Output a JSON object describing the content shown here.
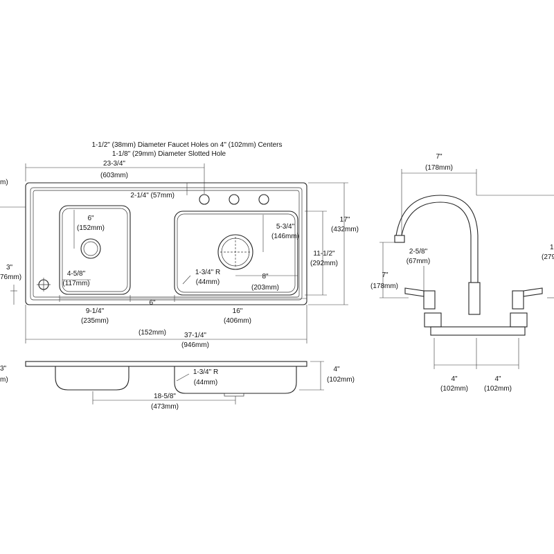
{
  "notes": {
    "faucet_holes": "1-1/2\" (38mm) Diameter Faucet Holes on 4\" (102mm) Centers",
    "slotted_hole": "1-1/8\" (29mm) Diameter Slotted Hole"
  },
  "top_view": {
    "overall_width": "37-1/4\"",
    "overall_width_mm": "(946mm)",
    "overall_depth": "17\"",
    "overall_depth_mm": "(432mm)",
    "to_faucet_center": "23-3/4\"",
    "to_faucet_center_mm": "(603mm)",
    "faucet_setback": "2-1/4\" (57mm)",
    "left_bowl_depth": "6\"",
    "left_bowl_depth_mm": "(152mm)",
    "left_drain_offset": "4-5/8\"",
    "left_drain_offset_mm": "(117mm)",
    "left_bowl_width": "9-1/4\"",
    "left_bowl_width_mm": "(235mm)",
    "center_divider": "6\"",
    "center_divider_mm": "(152mm)",
    "right_bowl_width": "16\"",
    "right_bowl_width_mm": "(406mm)",
    "right_drain_setback": "5-3/4\"",
    "right_drain_setback_mm": "(146mm)",
    "right_drain_offset": "8\"",
    "right_drain_offset_mm": "(203mm)",
    "bowl_length": "11-1/2\"",
    "bowl_length_mm": "(292mm)",
    "corner_radius": "1-3/4\" R",
    "corner_radius_mm": "(44mm)",
    "left_edge_dim_a": "3\"",
    "left_edge_dim_a_mm": "76mm)",
    "left_edge_partial_mm": "m)"
  },
  "side_view": {
    "bowl_depth": "4\"",
    "bowl_depth_mm": "(102mm)",
    "drain_spacing": "18-5/8\"",
    "drain_spacing_mm": "(473mm)",
    "corner_radius": "1-3/4\" R",
    "corner_radius_mm": "(44mm)",
    "left_partial_a": "3\"",
    "left_partial_b": "m)"
  },
  "faucet": {
    "spout_reach": "7\"",
    "spout_reach_mm": "(178mm)",
    "handle_height": "2-5/8\"",
    "handle_height_mm": "(67mm)",
    "body_height": "7\"",
    "body_height_mm": "(178mm)",
    "center_left": "4\"",
    "center_left_mm": "(102mm)",
    "center_right": "4\"",
    "center_right_mm": "(102mm)",
    "right_partial_a": "1",
    "right_partial_b": "(279"
  }
}
